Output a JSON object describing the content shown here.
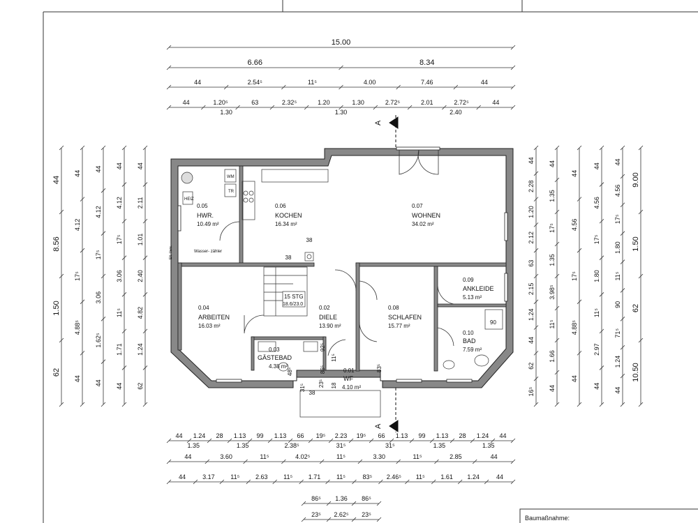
{
  "section_marker": "A",
  "title_block": {
    "label": "Baumaßnahme:"
  },
  "rooms": [
    {
      "id": "hwr",
      "number": "0.05",
      "name": "HWR.",
      "area": "10.49 m²"
    },
    {
      "id": "kochen",
      "number": "0.06",
      "name": "KOCHEN",
      "area": "16.34 m²"
    },
    {
      "id": "wohnen",
      "number": "0.07",
      "name": "WOHNEN",
      "area": "34.02 m²"
    },
    {
      "id": "arbeiten",
      "number": "0.04",
      "name": "ARBEITEN",
      "area": "16.03 m²"
    },
    {
      "id": "diele",
      "number": "0.02",
      "name": "DIELE",
      "area": "13.90 m²"
    },
    {
      "id": "schlafen",
      "number": "0.08",
      "name": "SCHLAFEN",
      "area": "15.77 m²"
    },
    {
      "id": "ankleide",
      "number": "0.09",
      "name": "ANKLEIDE",
      "area": "5.13 m²"
    },
    {
      "id": "bad",
      "number": "0.10",
      "name": "BAD",
      "area": "7.59 m²"
    },
    {
      "id": "gaestebad",
      "number": "0.03",
      "name": "GÄSTEBAD",
      "area": "4.38 m²"
    },
    {
      "id": "wf",
      "number": "0.01",
      "name": "WF",
      "area": "4.10 m²"
    }
  ],
  "stair": {
    "line1": "15 STG",
    "line2": "18.6/23.0"
  },
  "fixtures": {
    "water_meter": "Wasser-\nzähler",
    "elt_vers": "Elt.-Vers.",
    "heiz": "HEIZ",
    "wm": "WM",
    "tr": "TR",
    "shower": "90"
  },
  "top_dims": {
    "total": "15.00",
    "row2": [
      "6.66",
      "8.34"
    ],
    "row3": [
      "44",
      "2.54⁵",
      "11⁵",
      "4.00",
      "7.46",
      "44"
    ],
    "row4": [
      "44",
      "1.20⁵",
      "63",
      "2.32⁵",
      "1.20",
      "1.30",
      "2.72⁵",
      "2.01",
      "2.72⁵",
      "44"
    ],
    "row4_sub": [
      "1.30",
      "1.30",
      "2.40"
    ]
  },
  "bottom_dims": {
    "row1": [
      "44",
      "1.24",
      "28",
      "1.13",
      "99",
      "1.13",
      "66",
      "19⁵",
      "2.23",
      "19⁵",
      "66",
      "1.13",
      "99",
      "1.13",
      "28",
      "1.24",
      "44"
    ],
    "row1_sub": [
      "1.35",
      "1.35",
      "2.38⁵",
      "31⁵",
      "31⁵",
      "1.35",
      "1.35"
    ],
    "row2": [
      "44",
      "3.60",
      "11⁵",
      "4.02⁵",
      "11⁵",
      "3.30",
      "11⁵",
      "2.85",
      "44"
    ],
    "row3": [
      "44",
      "3.17",
      "11⁵",
      "2.63",
      "11⁵",
      "1.71",
      "11⁵",
      "83⁵",
      "2.46⁵",
      "11⁵",
      "1.61",
      "1.24",
      "44"
    ],
    "row4": [
      "86⁵",
      "1.36",
      "86⁵"
    ],
    "row5": [
      "23⁵",
      "2.62⁵",
      "23⁵"
    ]
  },
  "left_dims": {
    "outer": [
      "44",
      "8.56",
      "1.50",
      "62"
    ],
    "col2": [
      "44",
      "4.12",
      "17⁵",
      "4.88⁵",
      "44"
    ],
    "col3": [
      "44",
      "4.12",
      "17⁵",
      "3.06",
      "1.62⁵",
      "44"
    ],
    "col4": [
      "44",
      "4.12",
      "17⁵",
      "3.06",
      "11⁵",
      "1.71",
      "44"
    ],
    "col5": [
      "44",
      "2.11",
      "1.01",
      "2.40",
      "4.82",
      "1.24",
      "62"
    ]
  },
  "right_dims": {
    "col1": [
      "44",
      "2.28",
      "1.20",
      "2.12",
      "63",
      "2.15",
      "1.24",
      "44",
      "62",
      "16⁵"
    ],
    "col2": [
      "44",
      "1.35",
      "17⁵",
      "1.35",
      "3.98⁵",
      "11⁵",
      "1.66",
      "44"
    ],
    "col3": [
      "44",
      "4.56",
      "17⁵",
      "4.88⁵",
      "44"
    ],
    "col4": [
      "44",
      "4.56",
      "17⁵",
      "1.80",
      "11⁵",
      "2.97",
      "44"
    ],
    "col5": [
      "44",
      "4.56",
      "17⁵",
      "1.80",
      "11⁵",
      "90",
      "71⁵",
      "1.24",
      "44"
    ],
    "outer": [
      "9.00",
      "1.50",
      "62",
      "10.50"
    ]
  },
  "inner_dims": [
    "38",
    "38",
    "92⁵",
    "86⁵",
    "48⁵",
    "31⁵",
    "23⁵",
    "38",
    "18",
    "11⁵",
    "83⁵"
  ]
}
